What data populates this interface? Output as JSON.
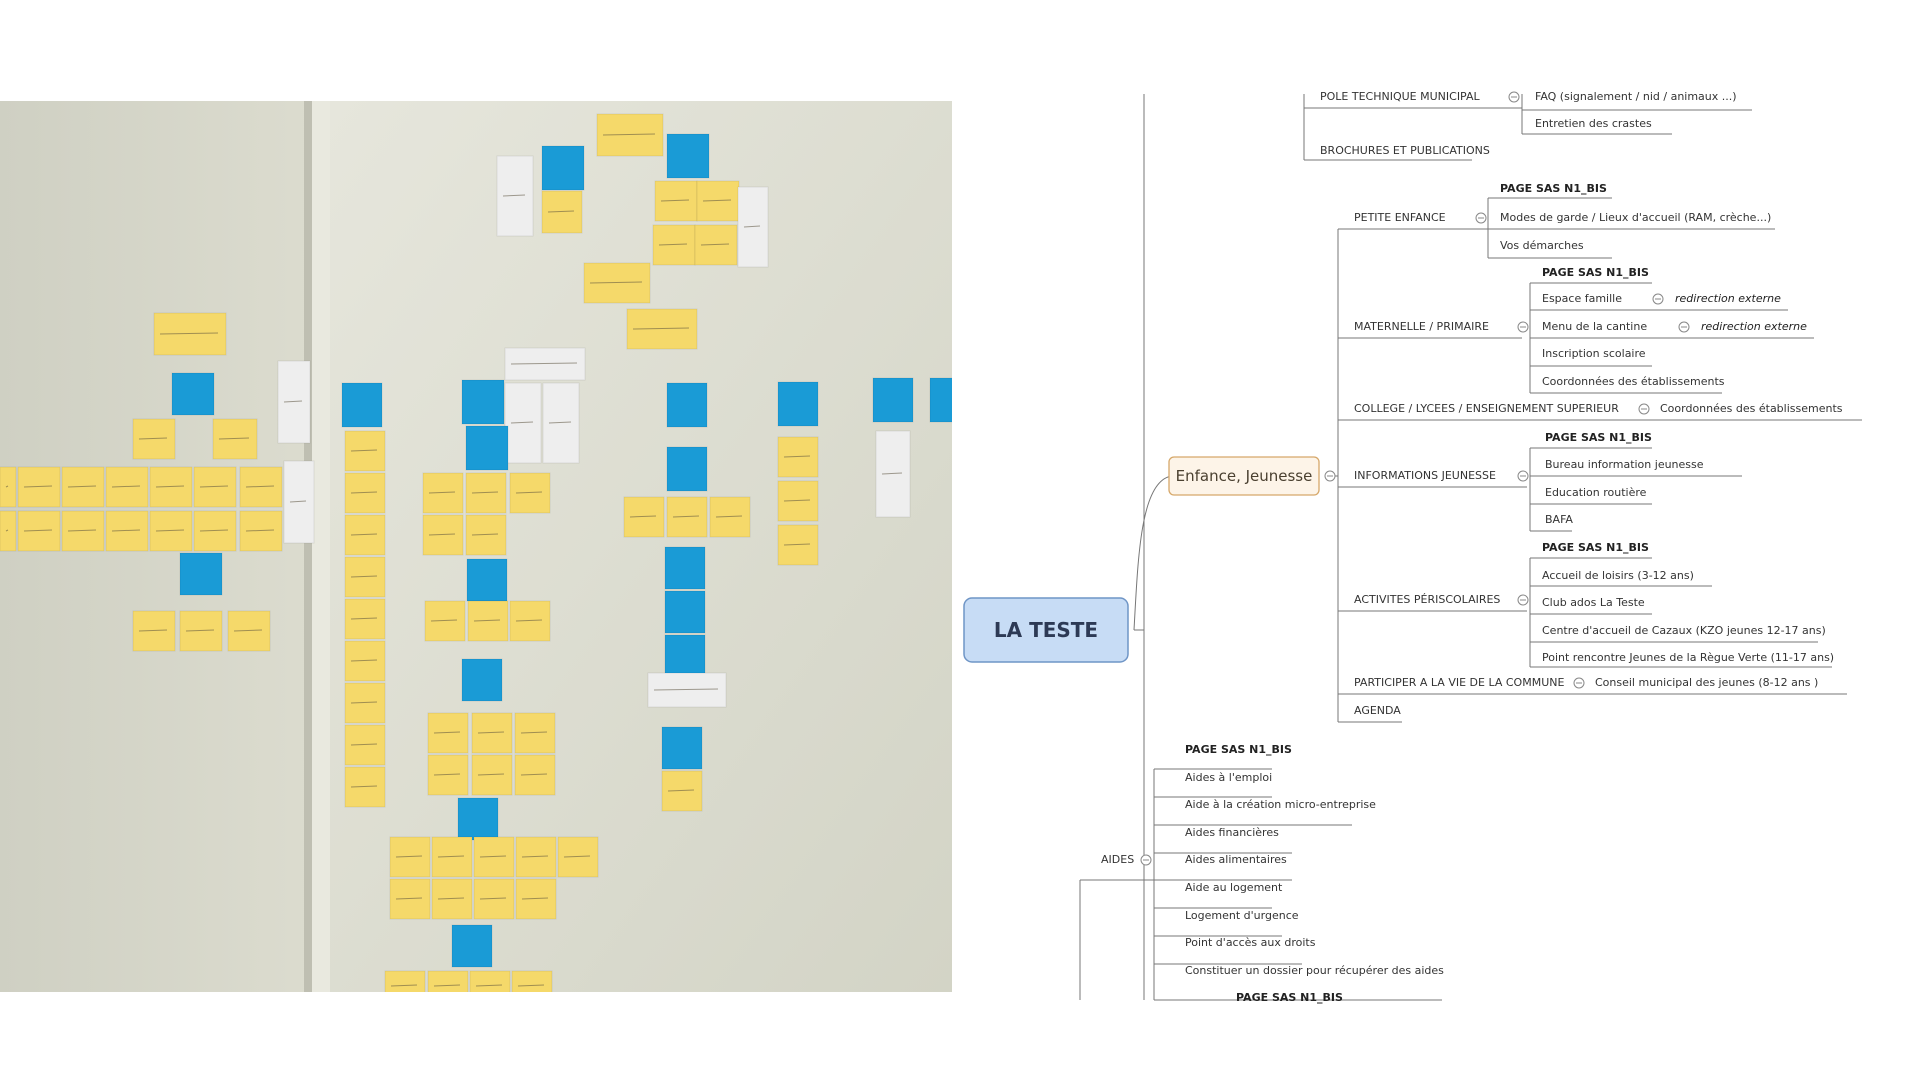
{
  "colors": {
    "wall": "#dcdcd0",
    "sticky_yellow": "#f5d96a",
    "sticky_blue": "#1a9bd6",
    "sticky_white": "#eeeeee",
    "root_fill": "#c7dcf5",
    "root_stroke": "#6f95c6",
    "node_fill": "#fdf4e8",
    "node_stroke": "#d6a86a",
    "line": "#666666"
  },
  "mindmap": {
    "root": "LA TESTE",
    "node": "Enfance, Jeunesse",
    "top": {
      "pole": "POLE TECHNIQUE MUNICIPAL",
      "faq": "FAQ (signalement / nid / animaux ...)",
      "entretien": "Entretien des crastes",
      "brochures": "BROCHURES ET PUBLICATIONS"
    },
    "petite_enfance": {
      "label": "PETITE ENFANCE",
      "sas": "PAGE SAS N1_BIS",
      "items": [
        "Modes de garde / Lieux d'accueil (RAM, crèche...)",
        "Vos démarches"
      ]
    },
    "maternelle": {
      "label": "MATERNELLE / PRIMAIRE",
      "sas": "PAGE SAS N1_BIS",
      "items": [
        "Espace famille",
        "Menu de la cantine",
        "Inscription scolaire",
        "Coordonnées des établissements"
      ],
      "redirect": "redirection externe"
    },
    "college": {
      "label": "COLLEGE / LYCEES / ENSEIGNEMENT SUPERIEUR",
      "item": "Coordonnées des établissements"
    },
    "info_jeunesse": {
      "label": "INFORMATIONS JEUNESSE",
      "sas": "PAGE SAS N1_BIS",
      "items": [
        "Bureau information jeunesse",
        "Education routière",
        "BAFA"
      ]
    },
    "periscolaires": {
      "label": "ACTIVITES PÉRISCOLAIRES",
      "sas": "PAGE SAS N1_BIS",
      "items": [
        "Accueil de loisirs (3-12 ans)",
        "Club ados La Teste",
        "Centre d'accueil de Cazaux (KZO jeunes 12-17 ans)",
        "Point rencontre Jeunes de la Règue Verte (11-17 ans)"
      ]
    },
    "participer": {
      "label": "PARTICIPER A LA VIE DE LA COMMUNE",
      "item": "Conseil municipal des jeunes (8-12 ans )"
    },
    "agenda": "AGENDA",
    "aides": {
      "label": "AIDES",
      "sas": "PAGE SAS N1_BIS",
      "items": [
        "Aides à l'emploi",
        "Aide à la création micro-entreprise",
        "Aides financières",
        "Aides alimentaires",
        "Aide au logement",
        "Logement d'urgence",
        "Point d'accès aux droits",
        "Constituer un dossier pour récupérer des aides"
      ]
    },
    "bottom_sas": "PAGE SAS N1_BIS"
  }
}
